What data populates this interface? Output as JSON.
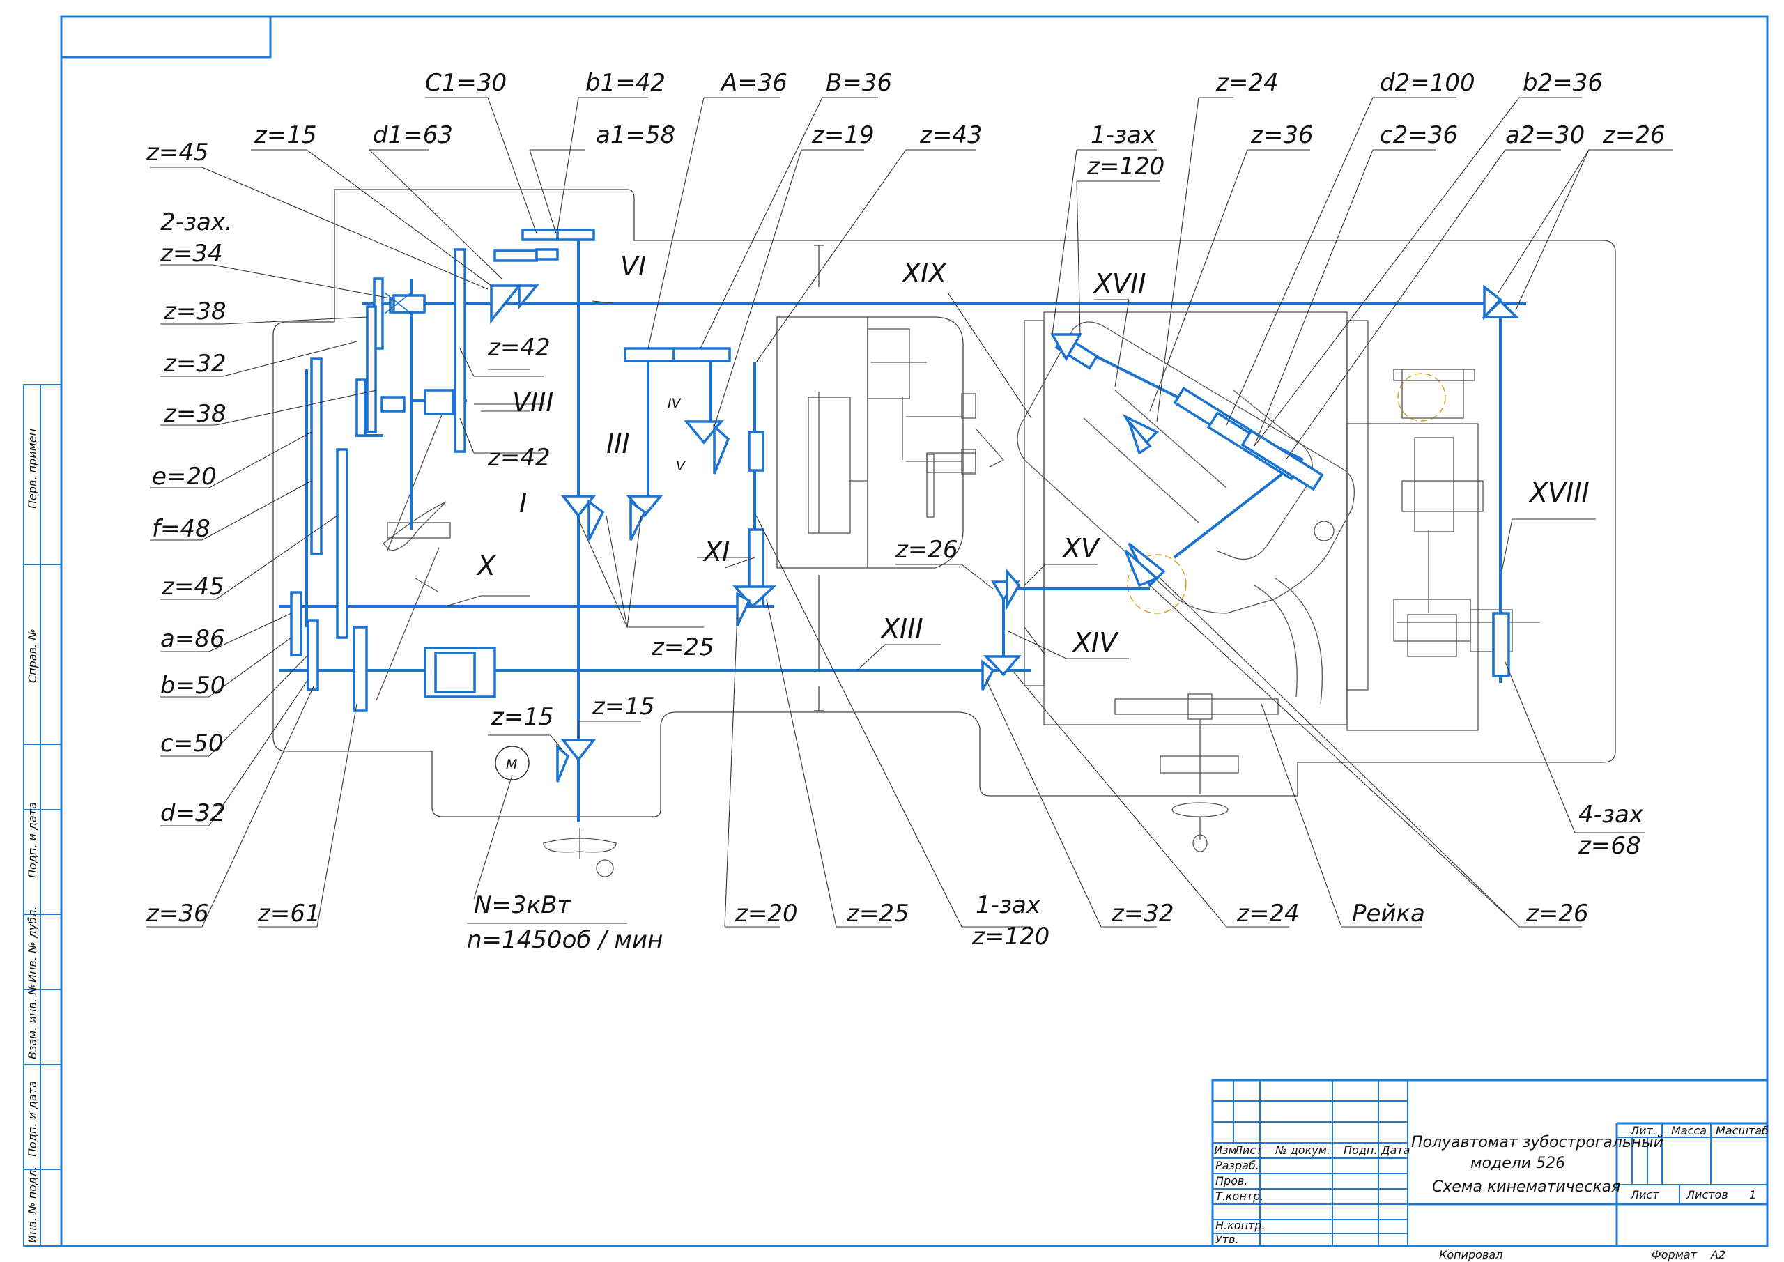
{
  "labels": {
    "c1": "C1=30",
    "b1": "b1=42",
    "A": "A=36",
    "B": "B=36",
    "z24top": "z=24",
    "d2": "d2=100",
    "b2": "b2=36",
    "z15top": "z=15",
    "d1": "d1=63",
    "a1": "a1=58",
    "z19": "z=19",
    "z43": "z=43",
    "zax1": "1-зах",
    "z120a": "z=120",
    "z36top": "z=36",
    "c2": "c2=36",
    "a2": "a2=30",
    "z26tr": "z=26",
    "z45a": "z=45",
    "zax2": "2-зах.",
    "z34": "z=34",
    "z38a": "z=38",
    "z32a": "z=32",
    "z38b": "z=38",
    "e": "e=20",
    "f": "f=48",
    "z45b": "z=45",
    "a": "a=86",
    "b": "b=50",
    "c": "c=50",
    "d": "d=32",
    "z36bot": "z=36",
    "z61": "z=61",
    "power": "N=3кВт",
    "speed": "n=1450об / мин",
    "z20": "z=20",
    "z25bot": "z=25",
    "zax1b": "1-зах",
    "z120b": "z=120",
    "z32bot": "z=32",
    "z24bot": "z=24",
    "rack": "Рейка",
    "z26bot": "z=26",
    "zax4": "4-зах",
    "z68": "z=68",
    "z42a": "z=42",
    "z42b": "z=42",
    "z25mid": "z=25",
    "z26mid": "z=26",
    "z15a": "z=15",
    "z15b": "z=15",
    "motor": "M"
  },
  "shafts": {
    "I": "I",
    "III": "III",
    "IV": "IV",
    "V": "V",
    "VI": "VI",
    "VIII": "VIII",
    "X": "X",
    "XI": "XI",
    "XIII": "XIII",
    "XIV": "XIV",
    "XV": "XV",
    "XVII": "XVII",
    "XVIII": "XVIII",
    "XIX": "XIX"
  },
  "side_stamp": [
    "Перв. примен",
    "Справ. №",
    "Подп. и дата",
    "Инв. № дубл.",
    "Взам. инв. №",
    "Подп. и дата",
    "Инв. № подл."
  ],
  "title_block": {
    "col_izm": "Изм.",
    "col_list": "Лист",
    "col_doc": "№ докум.",
    "col_podp": "Подп.",
    "col_data": "Дата",
    "row_razrab": "Разраб.",
    "row_prov": "Пров.",
    "row_tkontr": "Т.контр.",
    "row_nkontr": "Н.контр.",
    "row_utv": "Утв.",
    "title_line1": "Полуавтомат зубострогальный",
    "title_line2": "модели 526",
    "title_line3": "Схема кинематическая",
    "lit": "Лит.",
    "massa": "Масса",
    "masshtab": "Масштаб",
    "list": "Лист",
    "listov": "Листов",
    "listov_value": "1",
    "kopiroval": "Копировал",
    "format": "Формат",
    "format_value": "А2"
  }
}
